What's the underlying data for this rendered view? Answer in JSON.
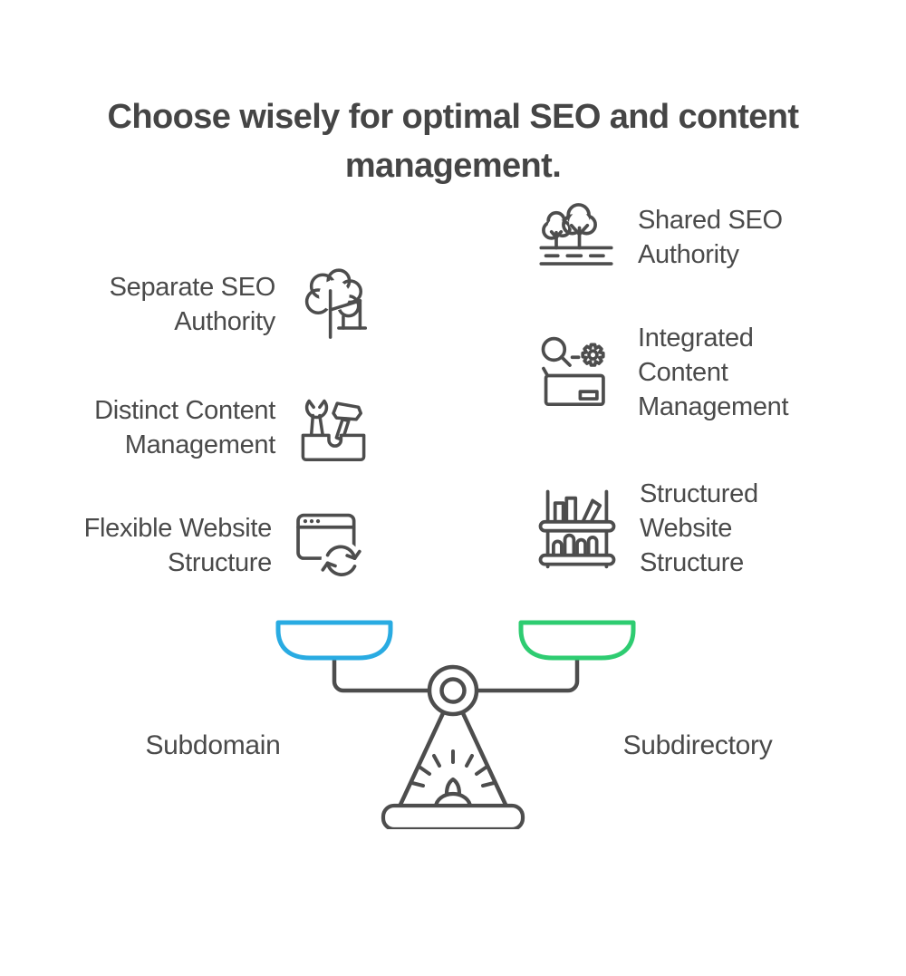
{
  "title": "Choose wisely for optimal SEO and content management.",
  "colors": {
    "text_dark": "#4a4a4a",
    "icon_stroke": "#4d4d4d",
    "subdomain_pan": "#29abe2",
    "subdirectory_pan": "#2ecc71"
  },
  "left_column": {
    "items": [
      {
        "label": "Separate SEO Authority",
        "icon": "single-tree-icon"
      },
      {
        "label": "Distinct Content Management",
        "icon": "toolbox-icon"
      },
      {
        "label": "Flexible Website Structure",
        "icon": "browser-refresh-icon"
      }
    ]
  },
  "right_column": {
    "items": [
      {
        "label": "Shared SEO Authority",
        "icon": "two-trees-road-icon"
      },
      {
        "label": "Integrated Content Management",
        "icon": "search-gear-icon"
      },
      {
        "label": "Structured Website Structure",
        "icon": "bookshelf-icon"
      }
    ]
  },
  "scale": {
    "left_label": "Subdomain",
    "right_label": "Subdirectory"
  }
}
